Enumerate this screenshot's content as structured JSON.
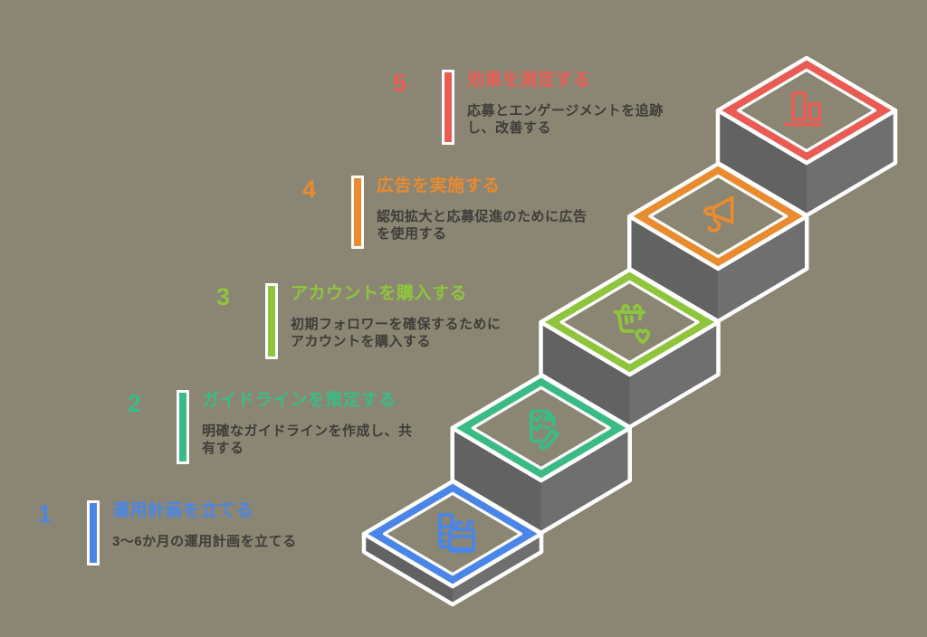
{
  "canvas": {
    "background": "#8b8674"
  },
  "palette": {
    "body_left_face": "#636262",
    "body_right_face": "#706f6f",
    "outline": "#ffffff",
    "description_text": "#3e3d38"
  },
  "steps": [
    {
      "number": "1",
      "title": "運用計画を立てる",
      "description": "3〜6か月の運用計画を立てる",
      "color": "#4a86e8",
      "icon": "calendar-plan-icon"
    },
    {
      "number": "2",
      "title": "ガイドラインを策定する",
      "description": "明確なガイドラインを作成し、共\n有する",
      "color": "#3abb85",
      "icon": "checklist-pencil-icon"
    },
    {
      "number": "3",
      "title": "アカウントを購入する",
      "description": "初期フォロワーを確保するために\nアカウントを購入する",
      "color": "#8fc53c",
      "icon": "basket-heart-icon"
    },
    {
      "number": "4",
      "title": "広告を実施する",
      "description": "認知拡大と応募促進のために広告\nを使用する",
      "color": "#e98b2f",
      "icon": "megaphone-icon"
    },
    {
      "number": "5",
      "title": "効果を測定する",
      "description": "応募とエンゲージメントを追跡\nし、改善する",
      "color": "#ea5c53",
      "icon": "bar-chart-icon"
    }
  ]
}
